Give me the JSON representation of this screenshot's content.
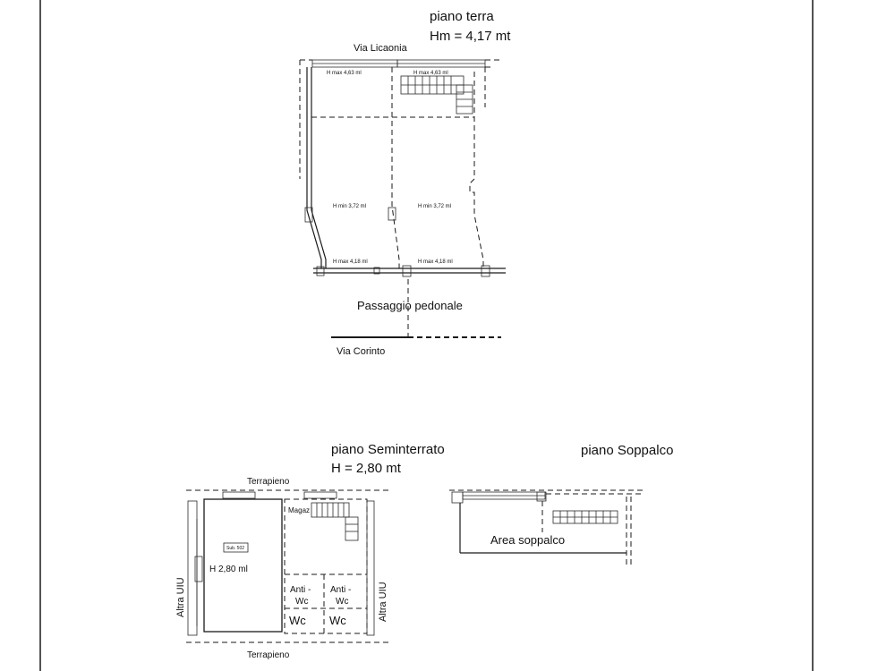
{
  "ground_floor": {
    "title": "piano terra",
    "height_label": "Hm =  4,17 mt",
    "street_top": "Via Licaonia",
    "street_bottom": "Via Corinto",
    "walkway": "Passaggio pedonale",
    "h_max_left": "H max 4,63 ml",
    "h_max_right": "H max 4,63 ml",
    "h_min_left": "H min 3,72 ml",
    "h_min_right": "H min 3,72 ml",
    "h_max_bottom_left": "H max 4,18 ml",
    "h_max_bottom_right": "H max 4,18 ml"
  },
  "basement": {
    "title": "piano Seminterrato",
    "height_label": "H =  2,80 mt",
    "label_top": "Terrapieno",
    "label_bottom": "Terrapieno",
    "side_left": "Altra UIU",
    "side_right": "Altra UIU",
    "storage": "Magaz",
    "room_height": "H 2,80 ml",
    "sub_tag": "Sub. 502",
    "anti_wc_1": "Anti -\nWc",
    "anti_wc_2": "Anti -\nWc",
    "wc_1": "Wc",
    "wc_2": "Wc"
  },
  "mezzanine": {
    "title": "piano Soppalco",
    "area_label": "Area soppalco"
  }
}
